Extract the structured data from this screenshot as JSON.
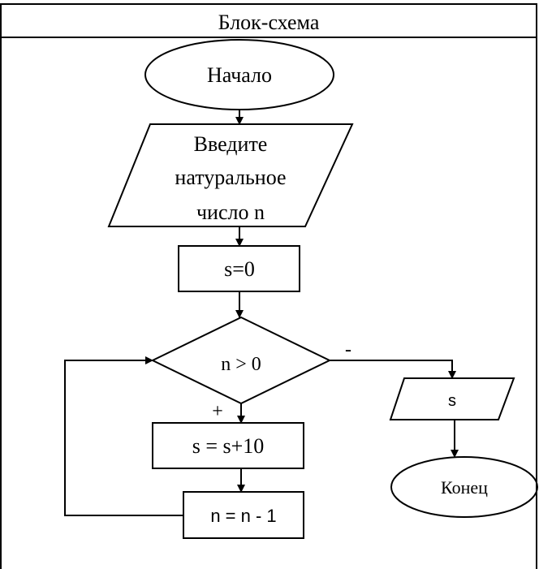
{
  "title": "Блок-схема",
  "nodes": {
    "start": "Начало",
    "input_lines": [
      "Введите",
      "натуральное",
      "число n"
    ],
    "init": "s=0",
    "condition": "n > 0",
    "yes_label": "+",
    "no_label": "-",
    "body1": "s = s+10",
    "body2": "n = n - 1",
    "output": "s",
    "end": "Конец"
  }
}
